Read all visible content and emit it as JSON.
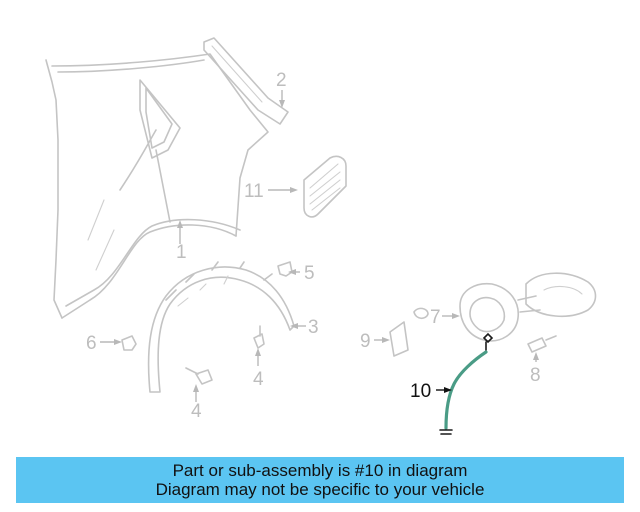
{
  "diagram": {
    "callouts": {
      "c1": "1",
      "c2": "2",
      "c3": "3",
      "c4a": "4",
      "c4b": "4",
      "c5": "5",
      "c6": "6",
      "c7": "7",
      "c8": "8",
      "c9": "9",
      "c10": "10",
      "c11": "11"
    },
    "highlighted_part": "10",
    "highlight_color": "#4a9c86",
    "muted_color": "#c4c4c4"
  },
  "banner": {
    "line1": "Part or sub-assembly is #10 in diagram",
    "line2": "Diagram may not be specific to your vehicle",
    "background": "#5bc5f2"
  }
}
